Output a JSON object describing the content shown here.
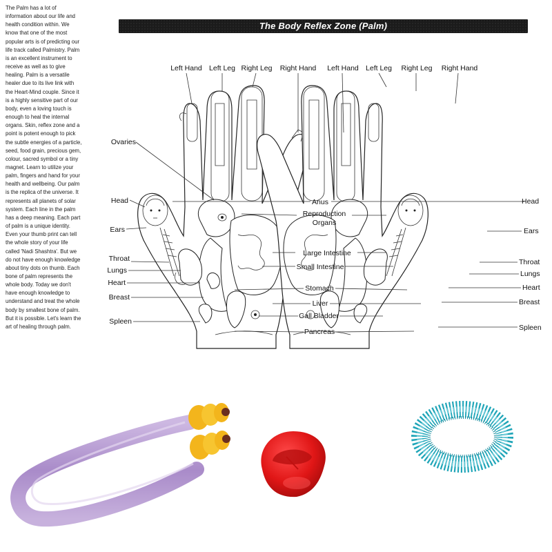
{
  "banner": {
    "title": "The Body Reflex Zone (Palm)"
  },
  "description_lines": [
    "The Palm has a lot of",
    "information about our life and",
    "health condition within. We",
    "know that one of the most",
    "popular arts is of predicting our",
    "life track called Palmistry. Palm",
    "is an excellent instrument to",
    "receive as well as to give",
    "healing. Palm is a versatile",
    "healer due to its live link with",
    "the Heart-Mind couple. Since it",
    "is a highly sensitive part of our",
    "body, even a loving touch is",
    "enough to heal the internal",
    "organs. Skin, reflex zone and a",
    "point is potent enough to pick",
    "the subtle energies of a particle,",
    "seed, food grain, precious gem,",
    "colour, sacred symbol or a tiny",
    "magnet. Learn to utilize your",
    "palm, fingers and hand for your",
    "health and wellbeing. Our palm",
    "is the replica of the universe. It",
    "represents all planets of solar",
    "system. Each line in the palm",
    "has a deep meaning.  Each part",
    "of palm is a unique identity.",
    "Even your thumb print can tell",
    "the whole story of your life",
    "called 'Nadi Shashtra'. But we",
    "do not have enough knowledge",
    "about tiny dots on thumb. Each",
    "bone of palm represents the",
    "whole body. Today we don't",
    "have enough knowledge to",
    "understand and treat the whole",
    "body by smallest bone of palm.",
    "But it is possible. Let's learn the",
    "art of healing through palm."
  ],
  "labels": {
    "left_hand_top": [
      "Left Hand",
      "Left Leg",
      "Right Leg",
      "Right Hand"
    ],
    "right_hand_top": [
      "Left Hand",
      "Left Leg",
      "Right Leg",
      "Right Hand"
    ],
    "left_side": [
      "Ovaries",
      "Head",
      "Ears",
      "Throat",
      "Lungs",
      "Heart",
      "Breast",
      "Spleen"
    ],
    "center": [
      "Anus",
      "Reproduction",
      "Organs",
      "Large Intestine",
      "Small Intestine",
      "Stomach",
      "Liver",
      "Gall Bladder",
      "Pancreas"
    ],
    "right_side": [
      "Head",
      "Ears",
      "Throat",
      "Lungs",
      "Heart",
      "Breast",
      "Spleen"
    ]
  },
  "colors": {
    "roller_handle": "#b79fd0",
    "roller_wheels": "#f3b51c",
    "finger_ring": "#e01616",
    "sujok_ring": "#1fa5b8"
  },
  "products": {
    "items": [
      "hand-roller-massager",
      "finger-ring-massager",
      "sujok-spiky-ring"
    ]
  }
}
